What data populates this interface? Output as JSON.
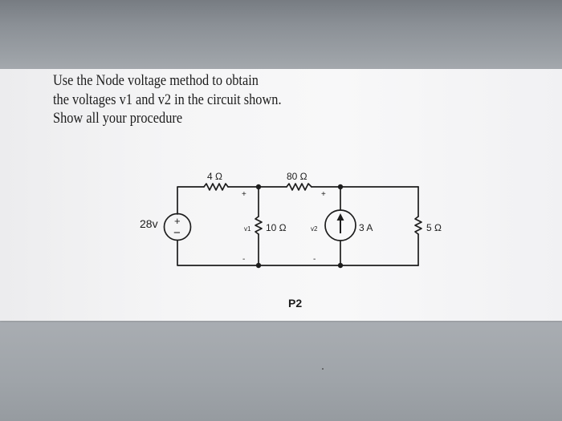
{
  "problem": {
    "lines": [
      "Use the Node voltage method to obtain",
      "the voltages v1 and v2 in the circuit shown.",
      "Show all your procedure"
    ]
  },
  "circuit": {
    "source_voltage_label": "28v",
    "source_polarity_plus": "+",
    "source_polarity_minus": "−",
    "resistor_top_left_label": "4 Ω",
    "resistor_top_right_label": "80 Ω",
    "resistor_middle_label": "10 Ω",
    "resistor_right_label": "5 Ω",
    "current_source_label": "3 A",
    "node_v1_label": "v1",
    "node_v2_label": "v2",
    "polarity_plus": "+",
    "polarity_minus": "-",
    "problem_id": "P2"
  }
}
